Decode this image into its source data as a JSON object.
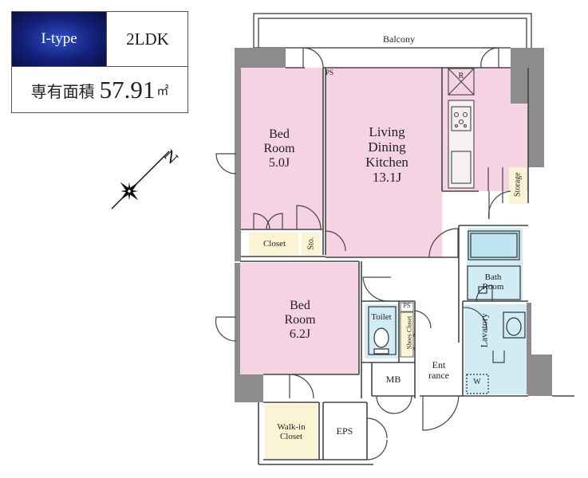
{
  "header": {
    "type_label": "I-type",
    "layout_label": "2LDK",
    "area_label": "専有面積",
    "area_value": "57.91",
    "area_unit": "㎡"
  },
  "compass": {
    "north_label": "N"
  },
  "rooms": {
    "balcony": "Balcony",
    "bed_room_1": [
      "Bed",
      "Room",
      "5.0J"
    ],
    "ldk": [
      "Living",
      "Dining",
      "Kitchen",
      "13.1J"
    ],
    "bed_room_2": [
      "Bed",
      "Room",
      "6.2J"
    ],
    "closet": "Closet",
    "storage_small": "Sto.",
    "storage": "Storage",
    "bath_room": [
      "Bath",
      "Room"
    ],
    "toilet": "Toilet",
    "shoes_closet": "Shoes Closet",
    "lavatory": "Lavatory",
    "entrance": [
      "Ent",
      "rance"
    ],
    "mb": "MB",
    "eps": "EPS",
    "walk_in_closet": [
      "Walk-in",
      "Closet"
    ],
    "ps_1": "PS",
    "ps_2": "PS",
    "refrigerator": "R",
    "washer": "W"
  },
  "colors": {
    "room_pink": "#f6d3e3",
    "bath_blue": "#d2ecf6",
    "closet_yellow": "#fbf4d5",
    "wall_gray": "#8c8c8c",
    "header_blue": "#14207a"
  }
}
